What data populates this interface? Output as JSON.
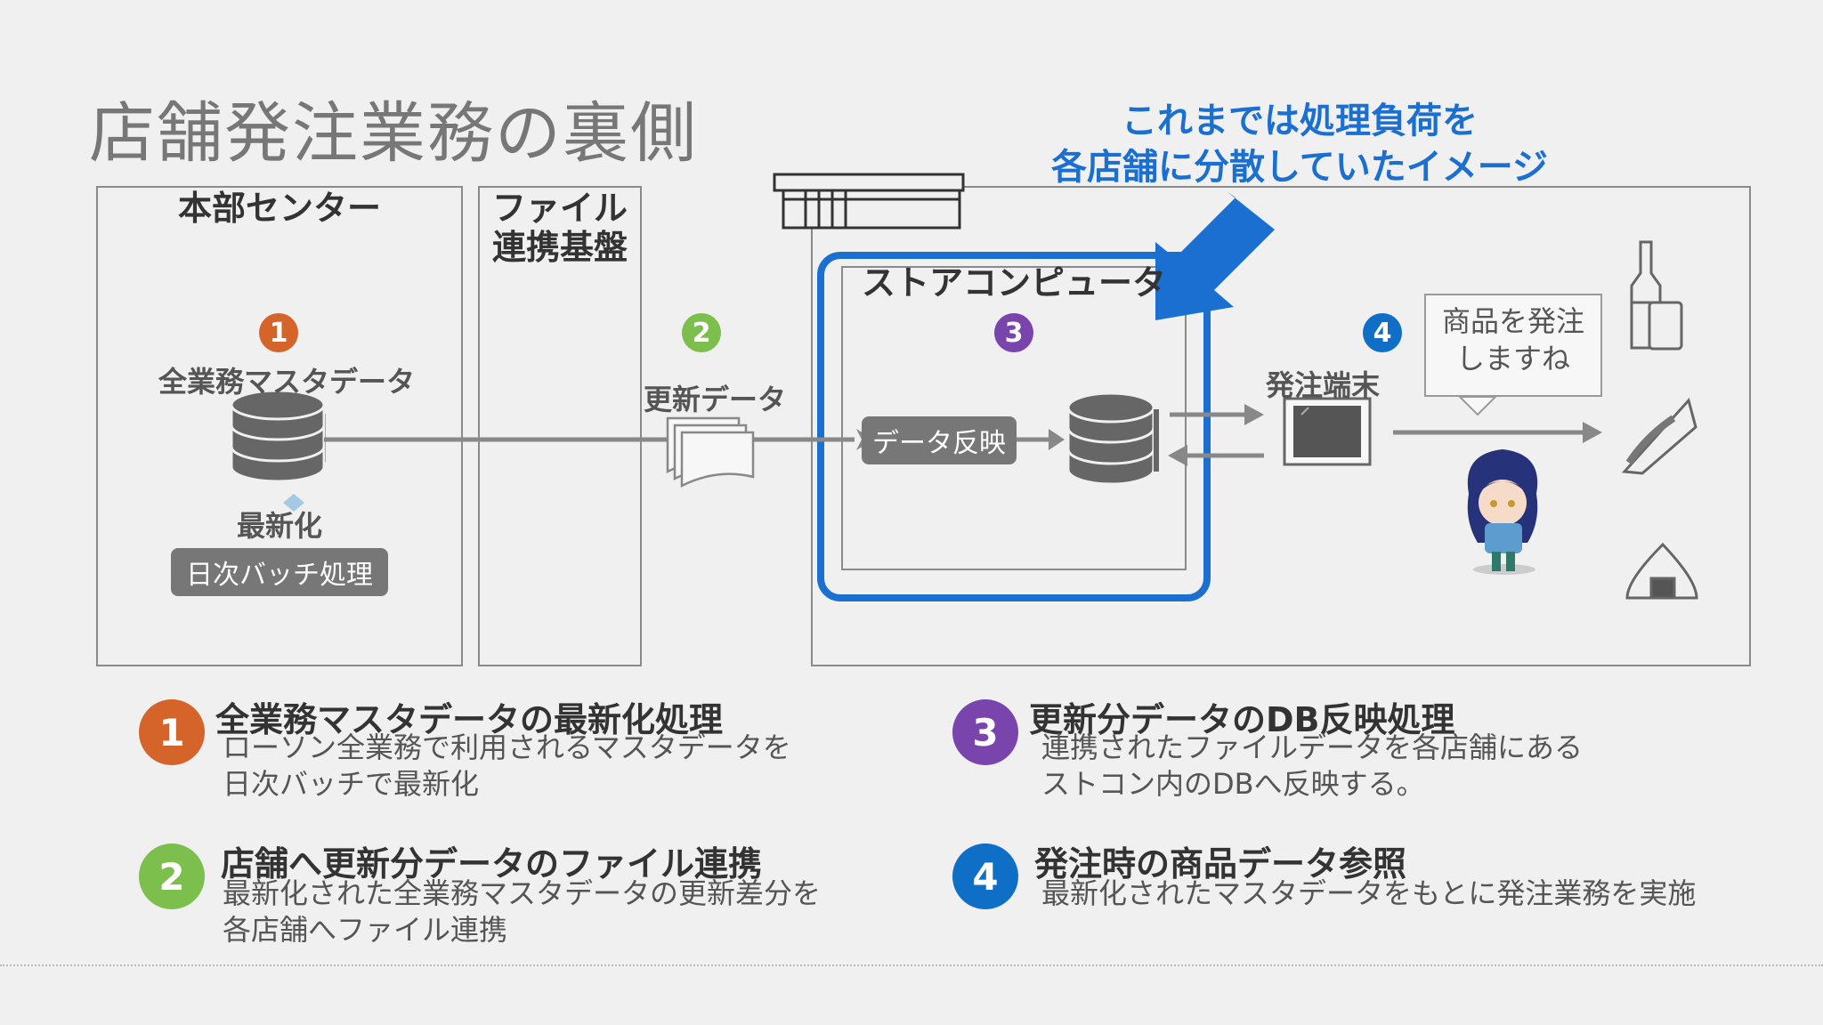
{
  "title": "店舗発注業務の裏側",
  "callout": {
    "line1": "これまでは処理負荷を",
    "line2": "各店舗に分散していたイメージ"
  },
  "boxes": {
    "hq": "本部センター",
    "file_line1": "ファイル",
    "file_line2": "連携基盤",
    "store_computer": "ストアコンピュータ"
  },
  "steps": {
    "s1": "1",
    "s2": "2",
    "s3": "3",
    "s4": "4"
  },
  "labels": {
    "master": "全業務マスタデータ",
    "update_data": "更新データ",
    "latest": "最新化",
    "daily_batch": "日次バッチ処理",
    "data_apply": "データ反映",
    "order_terminal": "発注端末"
  },
  "bubble": {
    "line1": "商品を発注",
    "line2": "しますね"
  },
  "explanations": [
    {
      "num": "1",
      "color": "#d4642a",
      "title": "全業務マスタデータの最新化処理",
      "line1": "ローソン全業務で利用されるマスタデータを",
      "line2": "日次バッチで最新化"
    },
    {
      "num": "2",
      "color": "#7cbf4d",
      "title": "店舗へ更新分データのファイル連携",
      "line1": "最新化された全業務マスタデータの更新差分を",
      "line2": "各店舗へファイル連携"
    },
    {
      "num": "3",
      "color": "#7a44ad",
      "title": "更新分データのDB反映処理",
      "line1": "連携されたファイルデータを各店舗にある",
      "line2": "ストコン内のDBへ反映する。"
    },
    {
      "num": "4",
      "color": "#0f6fc6",
      "title": "発注時の商品データ参照",
      "line1": "最新化されたマスタデータをもとに発注業務を実施",
      "line2": ""
    }
  ],
  "colors": {
    "step1": "#d4642a",
    "step2": "#7cbf4d",
    "step3": "#7a44ad",
    "step4": "#0f6fc6",
    "highlight": "#1a6fd0"
  }
}
